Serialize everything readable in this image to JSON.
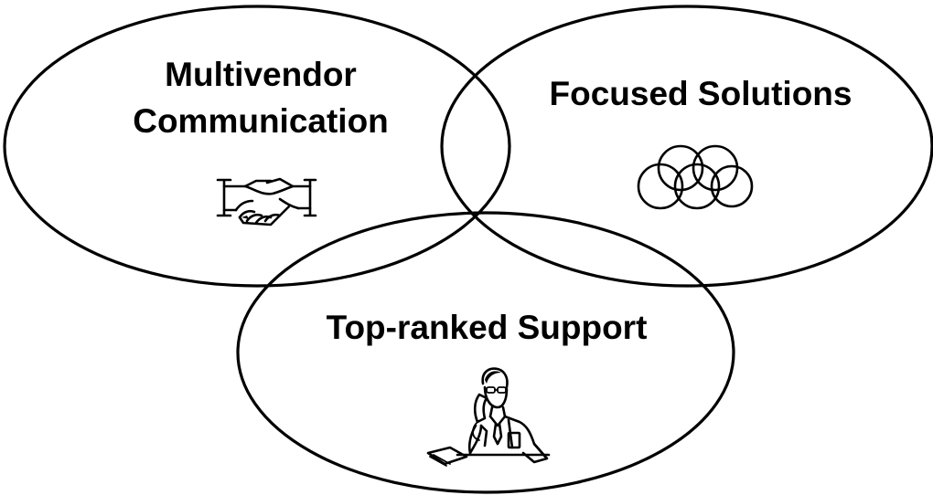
{
  "diagram": {
    "left_set": {
      "line1": "Multivendor",
      "line2": "Communication",
      "icon": "handshake-icon"
    },
    "right_set": {
      "label": "Focused Solutions",
      "icon": "interlocking-rings-icon"
    },
    "bottom_set": {
      "label": "Top-ranked Support",
      "icon": "support-person-phone-icon"
    },
    "colors": {
      "stroke": "#000000",
      "background": "#ffffff"
    }
  }
}
